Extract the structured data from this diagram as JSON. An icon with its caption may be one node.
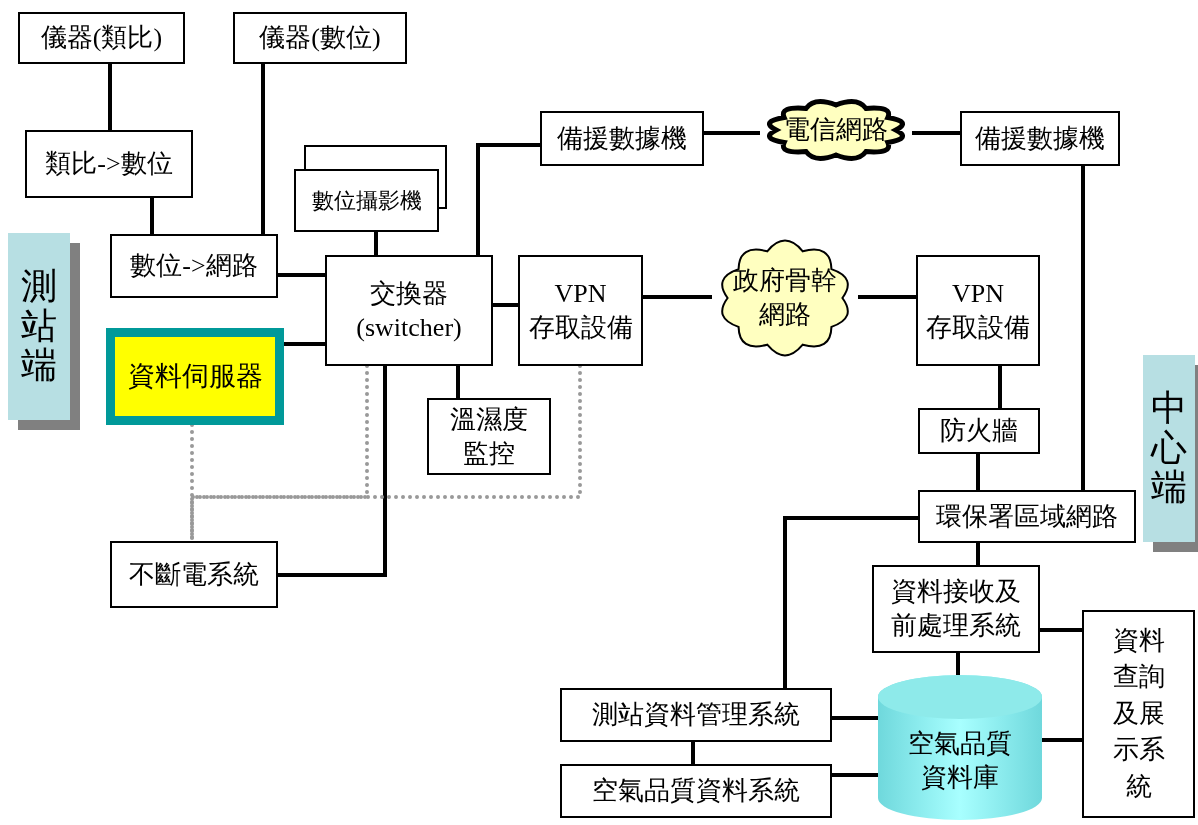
{
  "diagram": {
    "nodes": [
      {
        "text": [
          "儀器(類比)"
        ]
      },
      {
        "text": [
          "儀器(數位)"
        ]
      },
      {
        "text": [
          "類比->數位"
        ]
      },
      {
        "text": [
          "數位攝影機"
        ]
      },
      {
        "text": [
          "數位->網路"
        ]
      },
      {
        "text": [
          "交換器 (switcher)"
        ]
      },
      {
        "text": [
          "資料伺服器"
        ]
      },
      {
        "text": [
          "VPN 存取設備"
        ]
      },
      {
        "text": [
          "溫濕度監控"
        ]
      },
      {
        "text": [
          "不斷電系統"
        ]
      },
      {
        "text": [
          "備援數據機"
        ]
      },
      {
        "text": [
          "電信網路"
        ]
      },
      {
        "text": [
          "備援數據機"
        ]
      },
      {
        "text": [
          "政府骨幹網路"
        ]
      },
      {
        "text": [
          "VPN 存取設備"
        ]
      },
      {
        "text": [
          "防火牆"
        ]
      },
      {
        "text": [
          "環保署區域網路"
        ]
      },
      {
        "text": [
          "資料接收及前處理系統"
        ]
      },
      {
        "text": [
          "資料查詢及展示系統"
        ]
      },
      {
        "text": [
          "空氣品質資料庫"
        ]
      },
      {
        "text": [
          "測站資料管理系統"
        ]
      },
      {
        "text": [
          "空氣品質資料系統"
        ]
      },
      {
        "text": [
          "測站端"
        ]
      },
      {
        "text": [
          "中心端"
        ]
      }
    ],
    "edges": [
      {
        "from": 0,
        "to": 2,
        "arrow": "none"
      },
      {
        "from": 2,
        "to": 4,
        "arrow": "none"
      },
      {
        "from": 1,
        "to": 4,
        "arrow": "none"
      },
      {
        "from": 3,
        "to": 5,
        "arrow": "none"
      },
      {
        "from": 4,
        "to": 5,
        "arrow": "none"
      },
      {
        "from": 6,
        "to": 5,
        "arrow": "none"
      },
      {
        "from": 5,
        "to": 10,
        "arrow": "none"
      },
      {
        "from": 5,
        "to": 7,
        "arrow": "none"
      },
      {
        "from": 5,
        "to": 8,
        "arrow": "none"
      },
      {
        "from": 5,
        "to": 9,
        "arrow": "none"
      },
      {
        "from": 10,
        "to": 11,
        "arrow": "none"
      },
      {
        "from": 11,
        "to": 12,
        "arrow": "none"
      },
      {
        "from": 7,
        "to": 13,
        "arrow": "none"
      },
      {
        "from": 13,
        "to": 14,
        "arrow": "none"
      },
      {
        "from": 14,
        "to": 15,
        "arrow": "none"
      },
      {
        "from": 15,
        "to": 16,
        "arrow": "none"
      },
      {
        "from": 12,
        "to": 16,
        "arrow": "none"
      },
      {
        "from": 16,
        "to": 17,
        "arrow": "none"
      },
      {
        "from": 16,
        "to": 20,
        "arrow": "none"
      },
      {
        "from": 17,
        "to": 19,
        "arrow": "none"
      },
      {
        "from": 17,
        "to": 18,
        "arrow": "none"
      },
      {
        "from": 20,
        "to": 19,
        "arrow": "none"
      },
      {
        "from": 21,
        "to": 19,
        "arrow": "none"
      },
      {
        "from": 19,
        "to": 18,
        "arrow": "none"
      },
      {
        "from": 20,
        "to": 21,
        "arrow": "none"
      },
      {
        "from": 6,
        "to": 9,
        "arrow": "none",
        "style": "dashed",
        "color": "#999999"
      },
      {
        "from": 5,
        "to": 9,
        "arrow": "none",
        "style": "dashed",
        "color": "#999999"
      },
      {
        "from": 7,
        "to": 9,
        "arrow": "none",
        "style": "dashed",
        "color": "#999999"
      }
    ]
  }
}
